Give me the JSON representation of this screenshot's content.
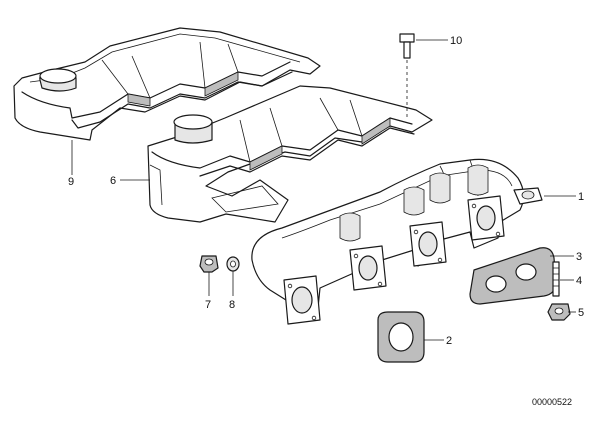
{
  "callouts": [
    {
      "id": "c1",
      "text": "1"
    },
    {
      "id": "c2",
      "text": "2"
    },
    {
      "id": "c3",
      "text": "3"
    },
    {
      "id": "c4",
      "text": "4"
    },
    {
      "id": "c5",
      "text": "5"
    },
    {
      "id": "c6",
      "text": "6"
    },
    {
      "id": "c7",
      "text": "7"
    },
    {
      "id": "c8",
      "text": "8"
    },
    {
      "id": "c9",
      "text": "9"
    },
    {
      "id": "c10",
      "text": "10"
    }
  ],
  "diagram_number": "00000522",
  "colors": {
    "line": "#1a1a1a",
    "background": "#ffffff",
    "fill_light": "#e6e6e6",
    "fill_dark": "#bdbdbd"
  }
}
